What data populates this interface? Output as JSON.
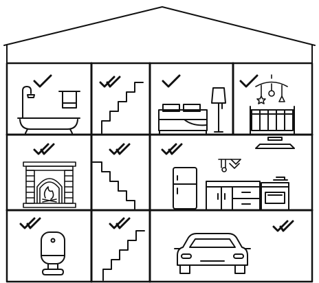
{
  "illustration": {
    "stroke_color": "#111111",
    "background_color": "#ffffff",
    "rooms": [
      {
        "id": "bathroom",
        "check": "single",
        "icons": [
          "shower-icon",
          "bathtub-icon",
          "towel-rack-icon"
        ]
      },
      {
        "id": "stairs-top",
        "check": "double",
        "icons": [
          "staircase-icon"
        ]
      },
      {
        "id": "bedroom",
        "check": "single",
        "icons": [
          "bed-icon",
          "floor-lamp-icon"
        ]
      },
      {
        "id": "nursery",
        "check": "single",
        "icons": [
          "baby-crib-icon",
          "crib-mobile-icon"
        ]
      },
      {
        "id": "living-room",
        "check": "double",
        "icons": [
          "fireplace-icon"
        ]
      },
      {
        "id": "stairs-middle",
        "check": "double",
        "icons": [
          "staircase-icon"
        ]
      },
      {
        "id": "kitchen",
        "check": "double",
        "icons": [
          "range-hood-icon",
          "refrigerator-icon",
          "kitchen-cabinets-icon",
          "stove-oven-icon",
          "kitchen-utensils-icon"
        ]
      },
      {
        "id": "utility",
        "check": "double",
        "icons": [
          "water-heater-icon"
        ]
      },
      {
        "id": "stairs-bottom",
        "check": "double",
        "icons": [
          "staircase-icon"
        ]
      },
      {
        "id": "garage",
        "check": "double",
        "icons": [
          "car-icon"
        ]
      }
    ]
  }
}
